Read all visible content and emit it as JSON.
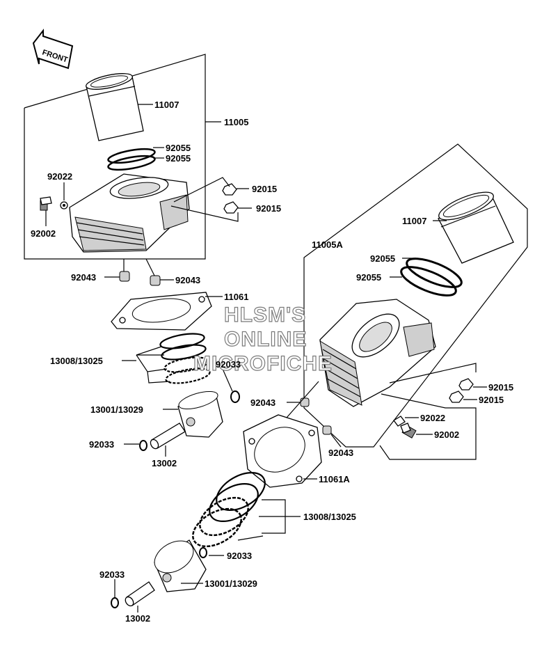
{
  "front_badge": "FRONT",
  "watermark": [
    "HLSM'S",
    "ONLINE",
    "MICROFICHE"
  ],
  "labels": {
    "l11007a": "11007",
    "l11005": "11005",
    "l92055a": "92055",
    "l92055b": "92055",
    "l92022a": "92022",
    "l92015a": "92015",
    "l92015b": "92015",
    "l92002a": "92002",
    "l11005A": "11005A",
    "l11007b": "11007",
    "l92055c": "92055",
    "l92055d": "92055",
    "l92043a": "92043",
    "l92043b": "92043",
    "l11061": "11061",
    "l13008a": "13008/13025",
    "l92033a": "92033",
    "l13001a": "13001/13029",
    "l92043c": "92043",
    "l92033b": "92033",
    "l13002a": "13002",
    "l92015c": "92015",
    "l92015d": "92015",
    "l92022b": "92022",
    "l92002b": "92002",
    "l92043d": "92043",
    "l11061A": "11061A",
    "l13008b": "13008/13025",
    "l92033c": "92033",
    "l92033d": "92033",
    "l13001b": "13001/13029",
    "l13002b": "13002"
  }
}
